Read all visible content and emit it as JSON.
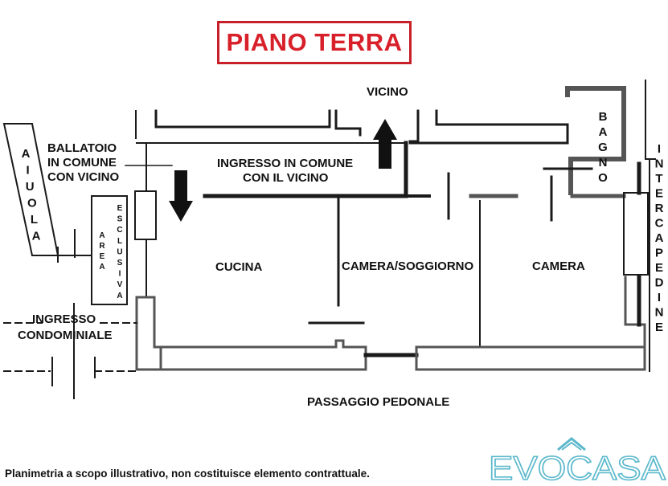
{
  "title": "PIANO TERRA",
  "colors": {
    "title": "#d8202a",
    "title_border": "#c8202a",
    "wall": "#1a1a1a",
    "wall_texture": "#6a6a6a",
    "logo": "#5bb8cc"
  },
  "labels": {
    "vicino": "VICINO",
    "ballatoio_line1": "BALLATOIO",
    "ballatoio_line2": "IN COMUNE",
    "ballatoio_line3": "CON VICINO",
    "ingresso_comune_line1": "INGRESSO IN COMUNE",
    "ingresso_comune_line2": "CON IL VICINO",
    "cucina": "CUCINA",
    "camera_soggiorno": "CAMERA/SOGGIORNO",
    "camera": "CAMERA",
    "ingresso_condominiale_line1": "INGRESSO",
    "ingresso_condominiale_line2": "CONDOMINIALE",
    "passaggio_pedonale": "PASSAGGIO PEDONALE"
  },
  "vertical_words": {
    "aiuola": [
      "A",
      "I",
      "U",
      "O",
      "L",
      "A"
    ],
    "area": [
      "A",
      "R",
      "E",
      "A"
    ],
    "esclusiva": [
      "E",
      "S",
      "C",
      "L",
      "U",
      "S",
      "I",
      "V",
      "A"
    ],
    "bagno": [
      "B",
      "A",
      "G",
      "N",
      "O"
    ],
    "intercapedine": [
      "I",
      "N",
      "T",
      "E",
      "R",
      "C",
      "A",
      "P",
      "E",
      "D",
      "I",
      "N",
      "E"
    ]
  },
  "disclaimer": "Planimetria a scopo illustrativo, non costituisce elemento contrattuale.",
  "logo": {
    "text": "EVOCASA",
    "icon": "house-roof-icon"
  }
}
